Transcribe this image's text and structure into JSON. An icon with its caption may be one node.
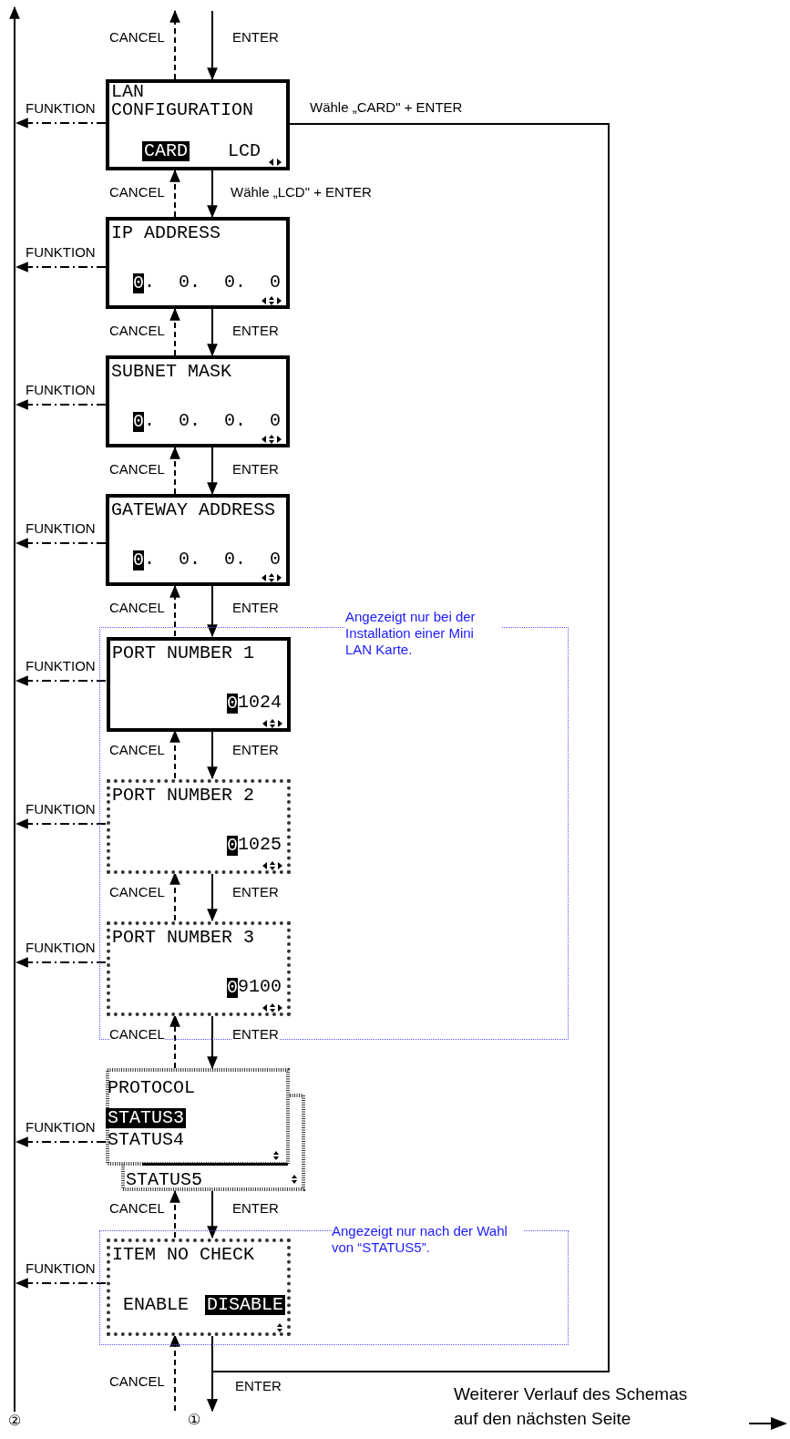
{
  "diagram": {
    "nodes": [
      {
        "text": [
          "LAN CONFIGURATION",
          "CARD",
          "LCD"
        ]
      },
      {
        "text": [
          "IP ADDRESS",
          "0",
          ". 0. 0. 0"
        ]
      },
      {
        "text": [
          "SUBNET MASK",
          "0",
          ". 0. 0. 0"
        ]
      },
      {
        "text": [
          "GATEWAY ADDRESS",
          "0",
          ". 0. 0. 0"
        ]
      },
      {
        "text": [
          "Angezeigt nur bei der Installation einer Mini LAN Karte."
        ]
      },
      {
        "text": [
          "PORT NUMBER 1",
          "0",
          "1024"
        ],
        "in": 4
      },
      {
        "text": [
          "PORT NUMBER 2",
          "0",
          "1025"
        ],
        "in": 4
      },
      {
        "text": [
          "PORT NUMBER 3",
          "0",
          "9100"
        ],
        "in": 4
      },
      {
        "text": [
          "PROTOCOL",
          "STATUS3",
          "STATUS4",
          "STATUS5"
        ]
      },
      {
        "text": [
          "Angezeigt nur nach der Wahl von “STATUS5”."
        ]
      },
      {
        "text": [
          "ITEM NO CHECK",
          "ENABLE",
          "DISABLE"
        ],
        "in": 9
      },
      {
        "text": [
          "②"
        ]
      },
      {
        "text": [
          "①"
        ]
      }
    ],
    "edges": [
      {
        "from": null,
        "to": 0,
        "arrow": "to",
        "label": "ENTER"
      },
      {
        "from": 0,
        "to": null,
        "arrow": "to",
        "label": "CANCEL",
        "style": "dashed"
      },
      {
        "from": 0,
        "to": 1,
        "arrow": "to",
        "label": "Wähle „LCD\" + ENTER"
      },
      {
        "from": 1,
        "to": 0,
        "arrow": "to",
        "label": "CANCEL",
        "style": "dashed"
      },
      {
        "from": 1,
        "to": 2,
        "arrow": "to",
        "label": "ENTER"
      },
      {
        "from": 2,
        "to": 1,
        "arrow": "to",
        "label": "CANCEL",
        "style": "dashed"
      },
      {
        "from": 2,
        "to": 3,
        "arrow": "to",
        "label": "ENTER"
      },
      {
        "from": 3,
        "to": 2,
        "arrow": "to",
        "label": "CANCEL",
        "style": "dashed"
      },
      {
        "from": 3,
        "to": 5,
        "arrow": "to",
        "label": "ENTER"
      },
      {
        "from": 5,
        "to": 3,
        "arrow": "to",
        "label": "CANCEL",
        "style": "dashed"
      },
      {
        "from": 5,
        "to": 6,
        "arrow": "to",
        "label": "ENTER"
      },
      {
        "from": 6,
        "to": 5,
        "arrow": "to",
        "label": "CANCEL",
        "style": "dashed"
      },
      {
        "from": 6,
        "to": 7,
        "arrow": "to",
        "label": "ENTER"
      },
      {
        "from": 7,
        "to": 6,
        "arrow": "to",
        "label": "CANCEL",
        "style": "dashed"
      },
      {
        "from": 7,
        "to": 8,
        "arrow": "to",
        "label": "ENTER"
      },
      {
        "from": 8,
        "to": 7,
        "arrow": "to",
        "label": "CANCEL",
        "style": "dashed"
      },
      {
        "from": 8,
        "to": 10,
        "arrow": "to",
        "label": "ENTER"
      },
      {
        "from": 10,
        "to": 8,
        "arrow": "to",
        "label": "CANCEL",
        "style": "dashed"
      },
      {
        "from": 10,
        "to": 12,
        "arrow": "to",
        "label": "ENTER"
      },
      {
        "from": 12,
        "to": 10,
        "arrow": "to",
        "label": "CANCEL",
        "style": "dashed"
      },
      {
        "from": 0,
        "to": 12,
        "arrow": "to",
        "label": "Wähle „CARD\" + ENTER"
      },
      {
        "from": 11,
        "to": null,
        "arrow": "to"
      },
      {
        "from": 0,
        "to": null,
        "arrow": "to",
        "label": "FUNKTION",
        "style": "dashed"
      },
      {
        "from": 1,
        "to": null,
        "arrow": "to",
        "label": "FUNKTION",
        "style": "dashed"
      },
      {
        "from": 2,
        "to": null,
        "arrow": "to",
        "label": "FUNKTION",
        "style": "dashed"
      },
      {
        "from": 3,
        "to": null,
        "arrow": "to",
        "label": "FUNKTION",
        "style": "dashed"
      },
      {
        "from": 5,
        "to": null,
        "arrow": "to",
        "label": "FUNKTION",
        "style": "dashed"
      },
      {
        "from": 6,
        "to": null,
        "arrow": "to",
        "label": "FUNKTION",
        "style": "dashed"
      },
      {
        "from": 7,
        "to": null,
        "arrow": "to",
        "label": "FUNKTION",
        "style": "dashed"
      },
      {
        "from": 8,
        "to": null,
        "arrow": "to",
        "label": "FUNKTION",
        "style": "dashed"
      },
      {
        "from": 10,
        "to": null,
        "arrow": "to",
        "label": "FUNKTION",
        "style": "dashed"
      }
    ],
    "labels": [
      "Weiterer Verlauf des Schemas auf den nächsten Seite"
    ]
  }
}
